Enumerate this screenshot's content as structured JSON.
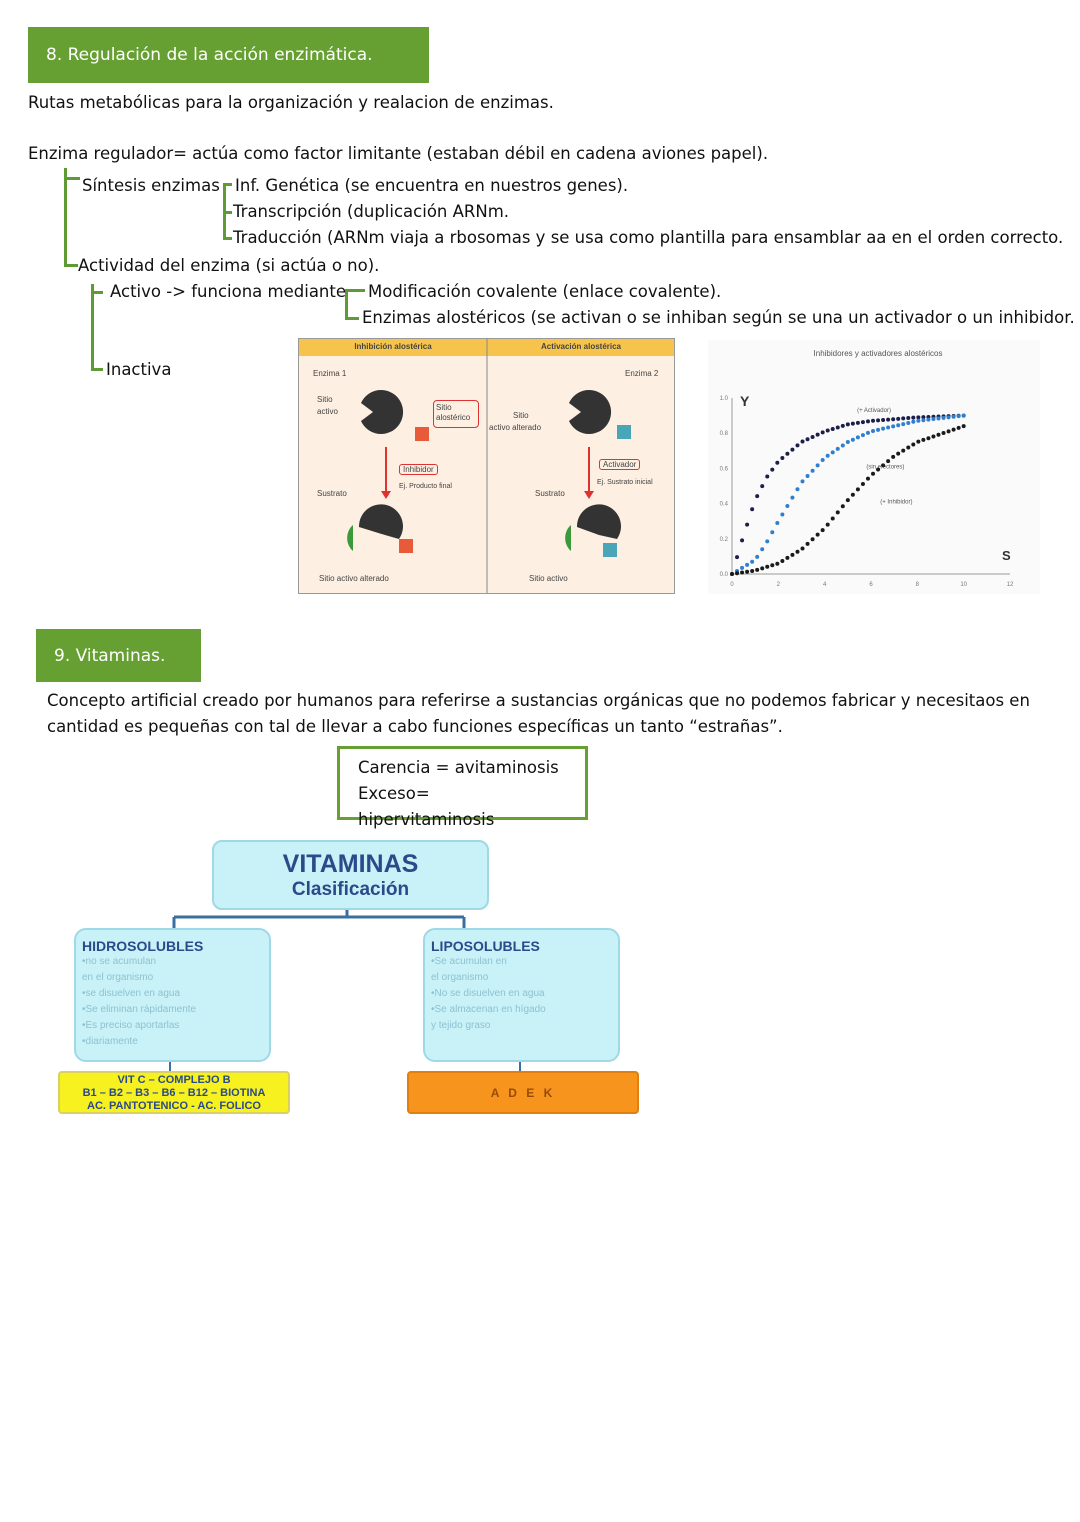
{
  "section8": {
    "heading": "8. Regulación de la acción enzimática.",
    "intro": "Rutas metabólicas para la organización y realacion de enzimas.",
    "regulator": "Enzima regulador= actúa como factor limitante (estaban débil en cadena aviones papel).",
    "synthesis_label": "Síntesis enzimas",
    "synthesis_items": [
      "Inf. Genética (se encuentra en nuestros genes).",
      "Transcripción (duplicación ARNm.",
      "Traducción (ARNm viaja a rbosomas y se usa como plantilla para ensamblar aa en el orden correcto."
    ],
    "activity_label": "Actividad del enzima (si actúa o no).",
    "active_label": "Activo -> funciona mediante",
    "active_items": [
      "Modificación covalente (enlace covalente).",
      "Enzimas alostéricos (se activan o se inhiban según se una un activador o un inhibidor."
    ],
    "inactive_label": "Inactiva"
  },
  "allosteric_figure": {
    "left_title": "Inhibición alostérica",
    "right_title": "Activación alostérica",
    "enzyme1": "Enzima 1",
    "enzyme2": "Enzima 2",
    "active_site_1": "Sitio",
    "active_site_2": "activo",
    "allosteric_site_1": "Sitio",
    "allosteric_site_2": "alostérico",
    "inhibitor": "Inhibidor",
    "inhibitor_example": "Ej. Producto final",
    "substrate_left": "Sustrato",
    "altered_site": "Sitio activo alterado",
    "right_site_1": "Sitio",
    "right_site_2": "activo alterado",
    "activator": "Activador",
    "activator_example": "Ej. Sustrato inicial",
    "substrate_right": "Sustrato",
    "active_site_bottom": "Sitio activo"
  },
  "chart_data": {
    "type": "scatter",
    "title": "Inhibidores y activadores alostéricos",
    "ylabel": "Y",
    "xlabel": "S",
    "xlim": [
      0,
      12
    ],
    "ylim": [
      0,
      1.0
    ],
    "x_ticks": [
      "0",
      "2",
      "4",
      "6",
      "8",
      "10",
      "12"
    ],
    "y_ticks": [
      "0.0",
      "0.2",
      "0.4",
      "0.6",
      "0.8",
      "1.0"
    ],
    "series": [
      {
        "name": "(+ Activador)",
        "color": "#1b1f4a",
        "x": [
          0,
          0.5,
          1,
          1.5,
          2,
          3,
          4,
          5,
          6,
          8,
          10
        ],
        "values": [
          0,
          0.22,
          0.42,
          0.55,
          0.64,
          0.75,
          0.81,
          0.85,
          0.87,
          0.89,
          0.9
        ]
      },
      {
        "name": "(sin efectores)",
        "color": "#2f7fd0",
        "x": [
          0,
          1,
          1.5,
          2,
          3,
          4,
          5,
          6,
          8,
          10
        ],
        "values": [
          0,
          0.08,
          0.18,
          0.3,
          0.52,
          0.66,
          0.75,
          0.81,
          0.87,
          0.9
        ]
      },
      {
        "name": "(+ Inhibidor)",
        "color": "#1a1a1a",
        "x": [
          0,
          1,
          2,
          3,
          4,
          5,
          6,
          7,
          8,
          10
        ],
        "values": [
          0,
          0.02,
          0.06,
          0.14,
          0.26,
          0.42,
          0.56,
          0.67,
          0.75,
          0.84
        ]
      }
    ],
    "annotations": [
      "(+ Activador)",
      "(sin efectores)",
      "(+ Inhibidor)"
    ]
  },
  "section9": {
    "heading": "9. Vitaminas.",
    "paragraph_line1": "Concepto artificial creado por humanos para referirse a sustancias orgánicas que no podemos fabricar y necesitaos en",
    "paragraph_line2": "cantidad es pequeñas con tal de llevar a cabo funciones específicas un tanto “estrañas”.",
    "box_line1": "Carencia = avitaminosis",
    "box_line2": "Exceso= hipervitaminosis"
  },
  "vitamin_diagram": {
    "title": "VITAMINAS",
    "subtitle": "Clasificación",
    "hydro_title": "HIDROSOLUBLES",
    "hydro_lines": [
      "•no se acumulan",
      "en el organismo",
      "•se disuelven en agua",
      "•Se eliminan rápidamente",
      "•Es preciso aportarlas",
      "•diariamente"
    ],
    "lipo_title": "LIPOSOLUBLES",
    "lipo_lines": [
      "•Se acumulan en",
      "el organismo",
      "•No se disuelven en agua",
      "•Se almacenan en hígado",
      "y tejido graso"
    ],
    "hydro_examples": [
      "VIT C – COMPLEJO B",
      "B1 – B2 – B3 – B6 – B12 – BIOTINA",
      "AC. PANTOTENICO - AC. FOLICO"
    ],
    "lipo_examples": "A D E K"
  }
}
